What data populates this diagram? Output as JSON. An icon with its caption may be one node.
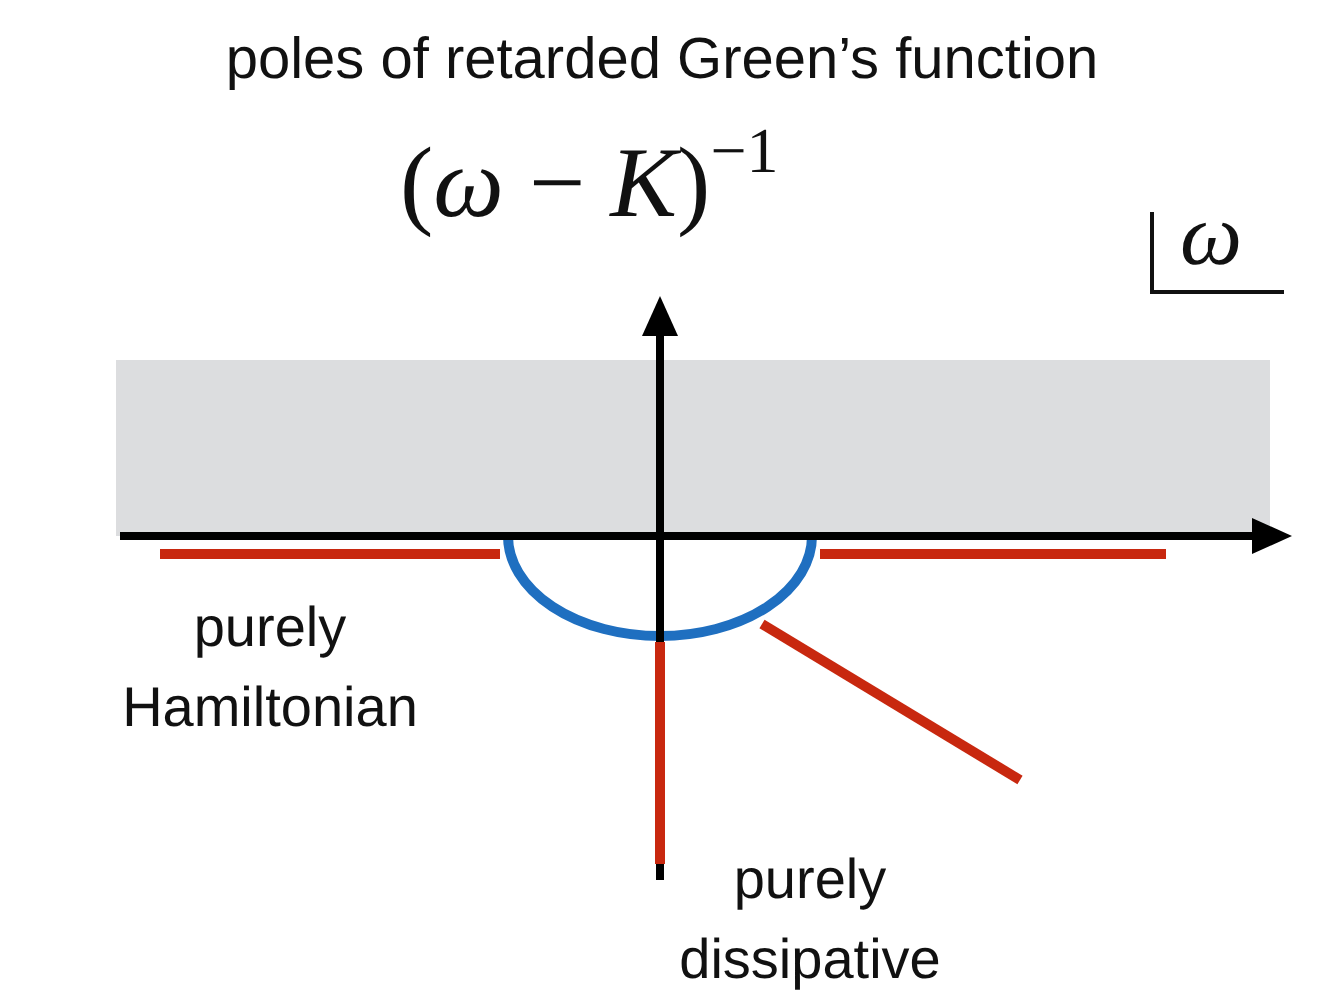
{
  "diagram": {
    "title": "poles of retarded Green’s function",
    "labels": [
      "(*ω* − *K*)$^{−1}$",
      "ω",
      "purely Hamiltonian",
      "purely dissipative"
    ]
  }
}
